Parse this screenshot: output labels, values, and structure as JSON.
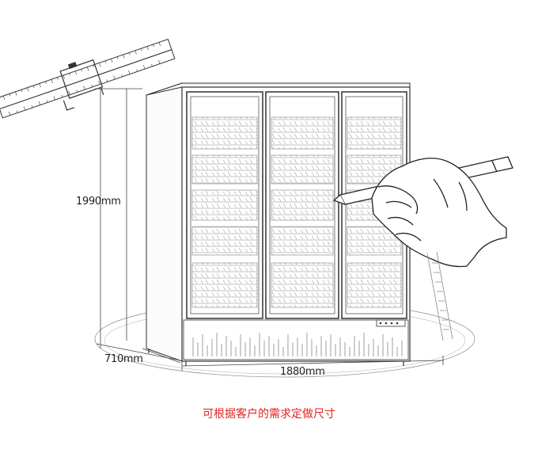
{
  "dimensions": {
    "height": "1990mm",
    "depth": "710mm",
    "width": "1880mm"
  },
  "caption": "可根据客户的需求定做尺寸",
  "colors": {
    "caption": "#e0231f",
    "line": "#333333",
    "background": "#ffffff"
  }
}
